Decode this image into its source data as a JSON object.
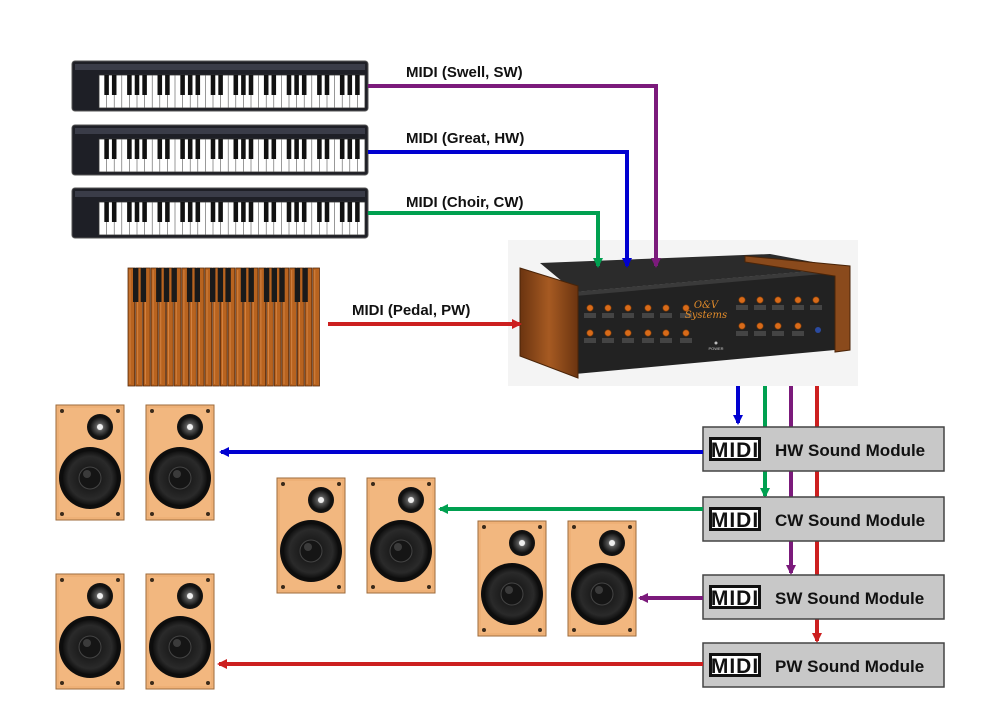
{
  "colors": {
    "swell": "#7b1a7b",
    "great": "#0000d0",
    "choir": "#00a050",
    "pedal": "#cc1f1f",
    "module_fill": "#c8c8c8",
    "cabinet": "#f2b77f",
    "console_wood": "#8a4a1c"
  },
  "inputs": {
    "swell_label": "MIDI (Swell, SW)",
    "great_label": "MIDI (Great, HW)",
    "choir_label": "MIDI (Choir, CW)",
    "pedal_label": "MIDI (Pedal, PW)"
  },
  "console": {
    "brand_line1": "O&V",
    "brand_line2": "Systems",
    "power_label": "POWER"
  },
  "modules": [
    {
      "logo": "MIDI",
      "label": "HW Sound Module"
    },
    {
      "logo": "MIDI",
      "label": "CW Sound Module"
    },
    {
      "logo": "MIDI",
      "label": "SW Sound Module"
    },
    {
      "logo": "MIDI",
      "label": "PW Sound Module"
    }
  ],
  "icons": [
    "keyboard-icon",
    "pedalboard-icon",
    "speaker-icon",
    "midi-logo-icon",
    "arrow-icon"
  ]
}
